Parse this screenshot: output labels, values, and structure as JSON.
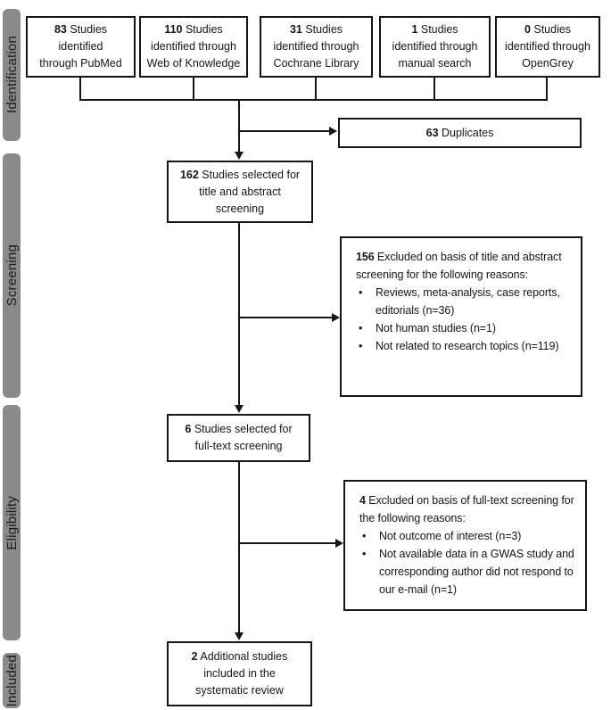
{
  "diagram": {
    "bullet_char": "•",
    "colors": {
      "stage_bar": "#8a8a8a",
      "line": "#161616",
      "box_border": "#161616",
      "background": "#ffffff"
    },
    "stages": [
      {
        "label": "Identification"
      },
      {
        "label": "Screening"
      },
      {
        "label": "Eligibility"
      },
      {
        "label": "Included"
      }
    ],
    "sources": [
      {
        "count": "83",
        "rest": " Studies",
        "line2": "identified",
        "line3": "through PubMed"
      },
      {
        "count": "110",
        "rest": " Studies",
        "line2": "identified through",
        "line3": "Web of Knowledge"
      },
      {
        "count": "31",
        "rest": " Studies",
        "line2": "identified through",
        "line3": "Cochrane Library"
      },
      {
        "count": "1",
        "rest": " Studies",
        "line2": "identified through",
        "line3": "manual search"
      },
      {
        "count": "0",
        "rest": " Studies",
        "line2": "identified through",
        "line3": "OpenGrey"
      }
    ],
    "duplicates": {
      "count": "63",
      "rest": " Duplicates"
    },
    "title_abstract": {
      "count": "162",
      "rest": " Studies selected for",
      "line2": "title and abstract",
      "line3": "screening"
    },
    "screening_exclusion": {
      "count": "156",
      "rest": " Excluded on basis of title and abstract screening for the following reasons:",
      "bullets": [
        "Reviews, meta-analysis, case reports, editorials (n=36)",
        "Not human studies (n=1)",
        "Not related to research topics (n=119)"
      ]
    },
    "fulltext": {
      "count": "6",
      "rest": " Studies selected for",
      "line2": "full-text screening"
    },
    "fulltext_exclusion": {
      "count": "4",
      "rest": " Excluded on basis of full-text screening for the following reasons:",
      "bullets": [
        "Not outcome of interest (n=3)",
        "Not available data in a GWAS study and corresponding author did not respond to our e-mail (n=1)"
      ]
    },
    "included": {
      "count": "2",
      "rest": " Additional studies",
      "line2": "included in the",
      "line3": "systematic review"
    }
  }
}
